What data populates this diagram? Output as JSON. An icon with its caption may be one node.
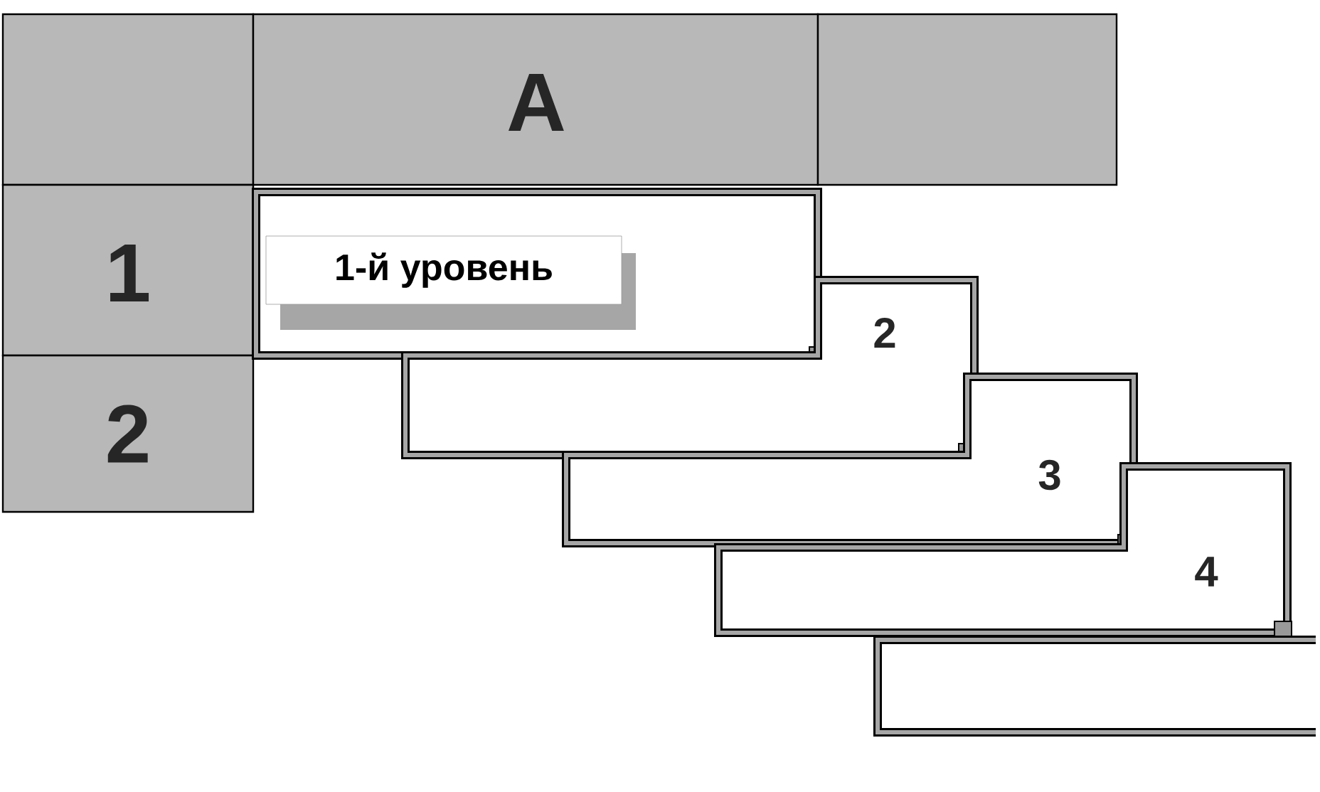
{
  "diagram": {
    "nodes": [
      {
        "text": [
          "1-й уровень"
        ]
      },
      {
        "text": [
          "2"
        ]
      },
      {
        "text": [
          "3"
        ]
      },
      {
        "text": [
          "4"
        ]
      },
      {
        "text": [],
        "shape": "box"
      }
    ],
    "labels": [
      "A",
      "1",
      "2"
    ]
  }
}
